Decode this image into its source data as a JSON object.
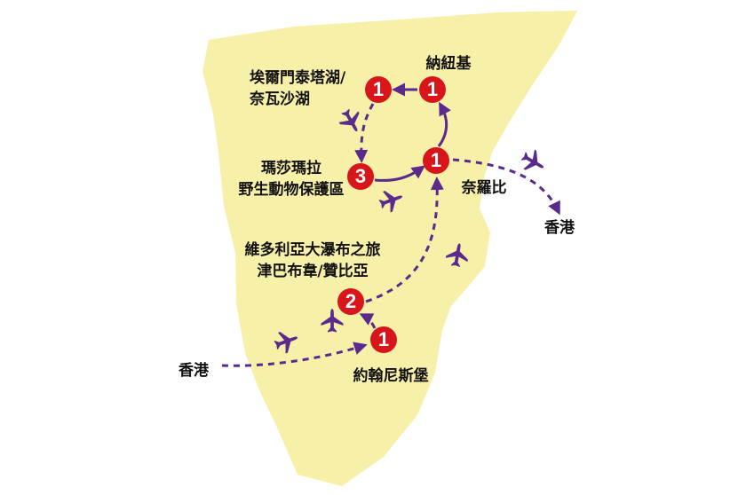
{
  "colors": {
    "land": "#f7f0a9",
    "route": "#5a2b8c",
    "marker": "#d9151c"
  },
  "stops": [
    {
      "id": "lake",
      "number": "1",
      "label_lines": [
        "埃爾門泰塔湖/",
        "奈瓦沙湖"
      ]
    },
    {
      "id": "nanyuki",
      "number": "1",
      "label_lines": [
        "納紐基"
      ]
    },
    {
      "id": "masai-mara",
      "number": "3",
      "label_lines": [
        "瑪莎瑪拉",
        "野生動物保護區"
      ]
    },
    {
      "id": "nairobi",
      "number": "1",
      "label_lines": [
        "奈羅比"
      ]
    },
    {
      "id": "victoria-falls",
      "number": "2",
      "label_lines": [
        "維多利亞大瀑布之旅",
        "津巴布韋/贊比亞"
      ]
    },
    {
      "id": "johannesburg",
      "number": "1",
      "label_lines": [
        "約翰尼斯堡"
      ]
    }
  ],
  "origin_label": "香港",
  "destination_label": "香港",
  "icons": [
    "airplane-icon"
  ]
}
